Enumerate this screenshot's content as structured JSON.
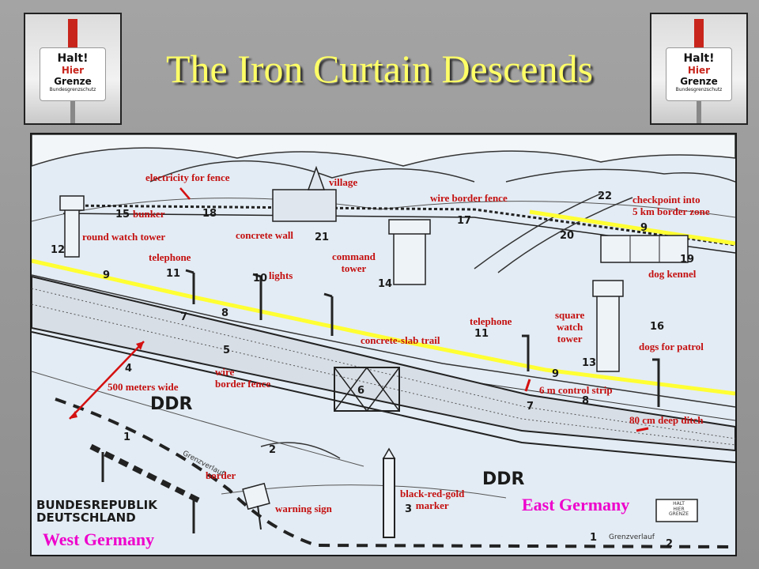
{
  "slide": {
    "title": "The Iron Curtain Descends"
  },
  "sign_photo": {
    "line1": "Halt!",
    "line2": "Hier",
    "line3": "Grenze",
    "line4": "Bundesgrenzschutz"
  },
  "diagram": {
    "labels": {
      "electricity_for_fence": "electricity for fence",
      "village": "village",
      "bunker": "bunker",
      "wire_border_fence_top": "wire border fence",
      "checkpoint": "checkpoint into\n5 km border zone",
      "round_watch_tower": "round watch tower",
      "concrete_wall": "concrete wall",
      "telephone_left": "telephone",
      "command_tower": "command\ntower",
      "lights": "lights",
      "dog_kennel": "dog kennel",
      "telephone_mid": "telephone",
      "square_watch_tower": "square\nwatch\ntower",
      "concrete_slab_trail": "concrete-slab trail",
      "dogs_for_patrol": "dogs for patrol",
      "wire_border_fence_mid": "wire\nborder fence",
      "meters_wide": "500 meters wide",
      "control_strip": "6 m control strip",
      "deep_ditch": "80 cm deep ditch",
      "border": "border",
      "warning_sign": "warning sign",
      "marker": "black-red-gold\nmarker"
    },
    "numbers": {
      "n15": "15",
      "n18": "18",
      "n17": "17",
      "n22": "22",
      "n9a": "9",
      "n20": "20",
      "n21": "21",
      "n12": "12",
      "n19": "19",
      "n14": "14",
      "n11a": "11",
      "n10": "10",
      "n9b": "9",
      "n8a": "8",
      "n7a": "7",
      "n16": "16",
      "n11b": "11",
      "n13": "13",
      "n5": "5",
      "n9c": "9",
      "n8b": "8",
      "n7b": "7",
      "n4": "4",
      "n6": "6",
      "n1a": "1",
      "n2a": "2",
      "n3": "3",
      "n1b": "1",
      "n2b": "2"
    },
    "ddr_left": "DDR",
    "ddr_right": "DDR",
    "brd": "BUNDESREPUBLIK\nDEUTSCHLAND",
    "east_germany": "East Germany",
    "west_germany": "West Germany",
    "grenzverlauf_a": "Grenzverlauf",
    "grenzverlauf_b": "Grenzverlauf",
    "mini_sign": "HALT\nHIER\nGRENZE"
  }
}
